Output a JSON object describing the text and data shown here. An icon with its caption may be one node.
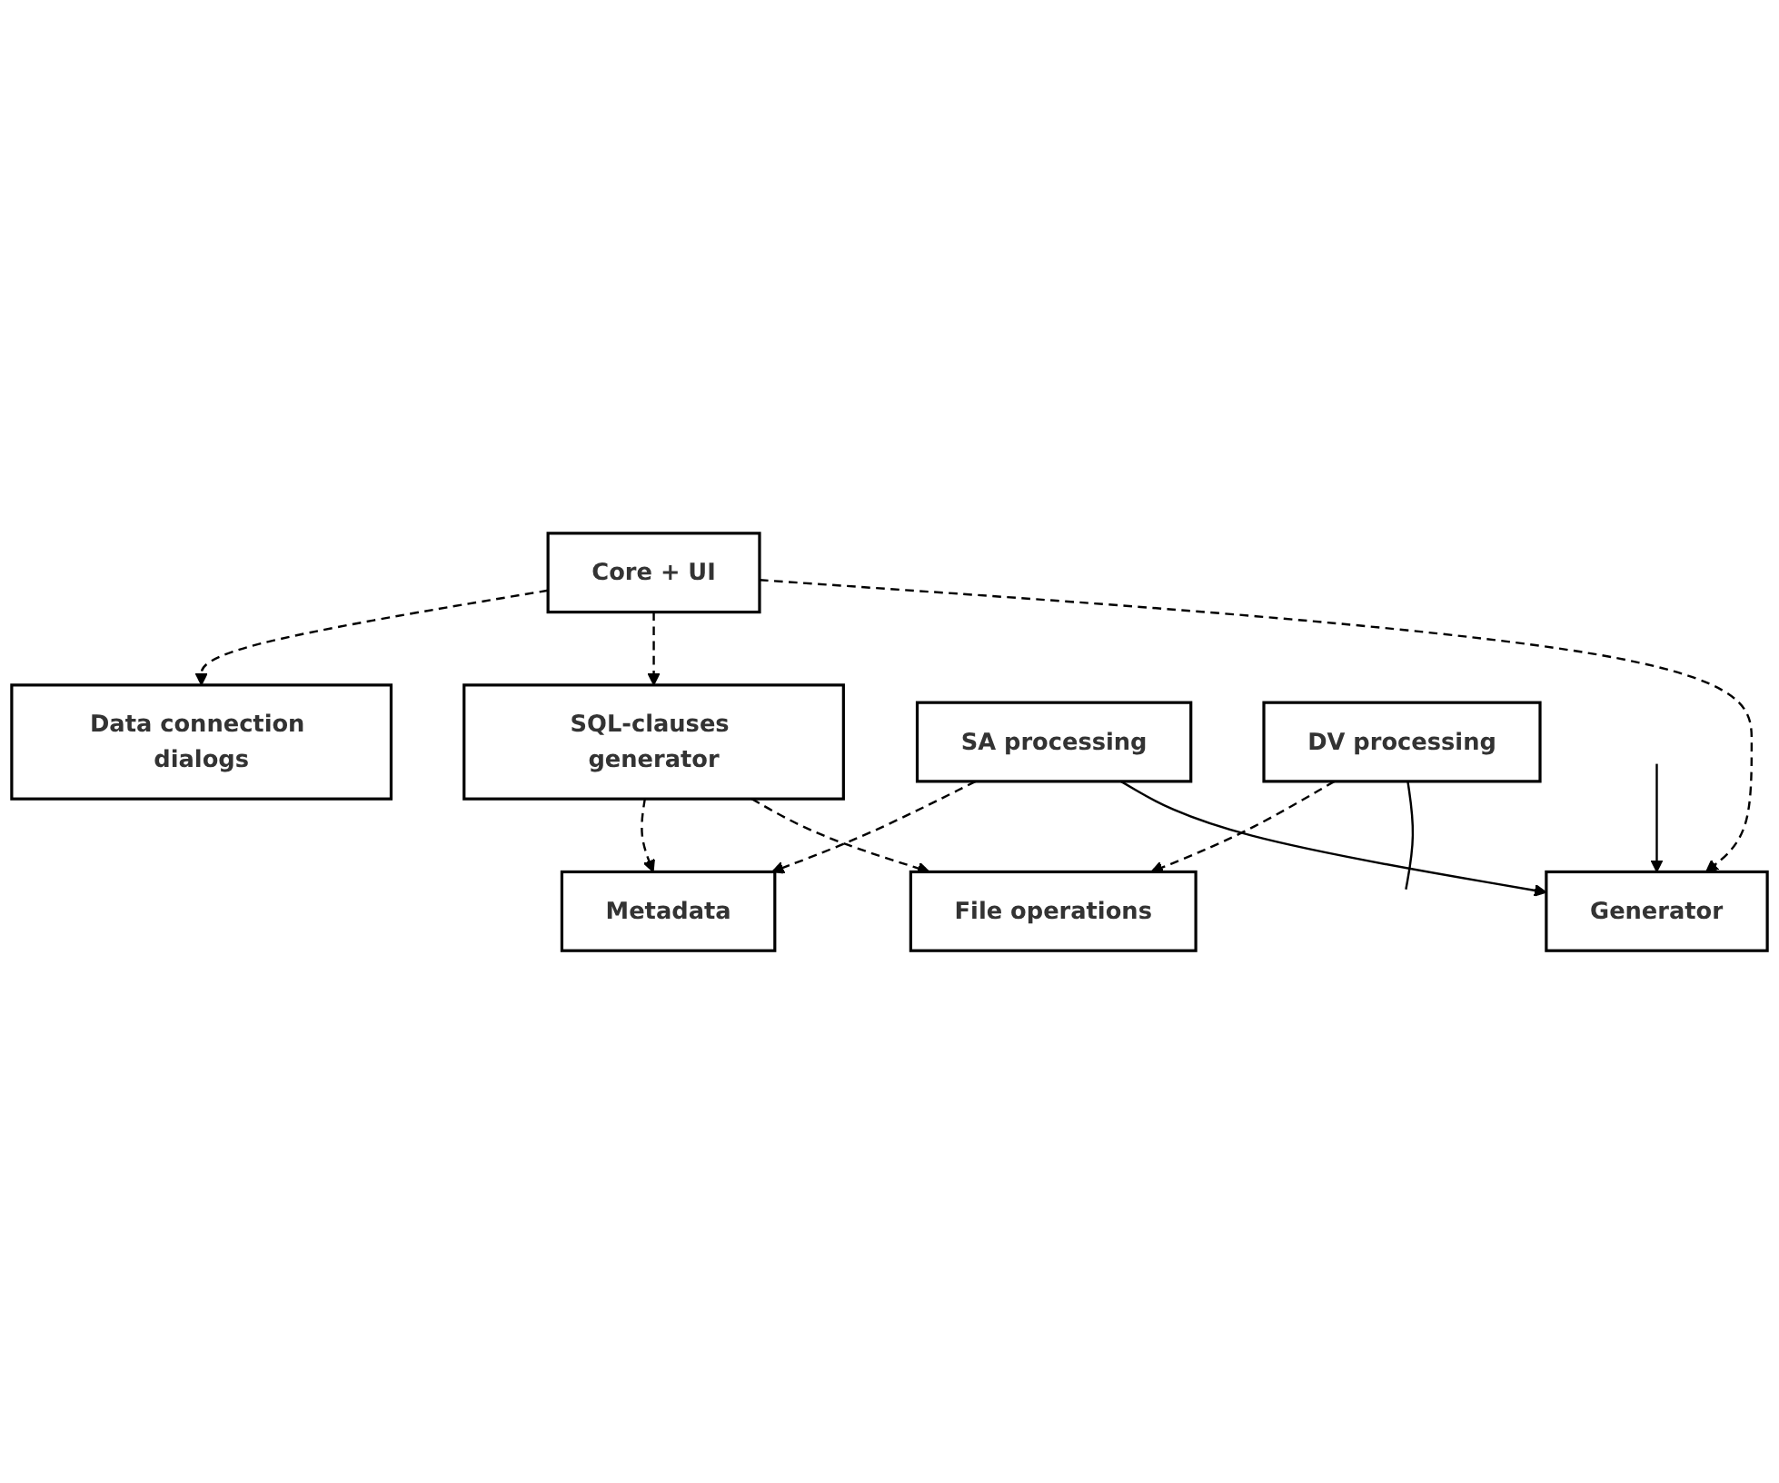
{
  "diagram": {
    "nodes": [
      {
        "text": [
          "Data connection dialogs"
        ]
      },
      {
        "text": [
          "Core + UI"
        ]
      },
      {
        "text": [
          "SQL-clauses generator"
        ]
      },
      {
        "text": [
          "Generator"
        ]
      },
      {
        "text": [
          "Metadata"
        ]
      },
      {
        "text": [
          "SA processing"
        ]
      },
      {
        "text": [
          "File operations"
        ]
      },
      {
        "text": [
          "DV processing"
        ]
      }
    ],
    "edges": [
      {
        "from": 1,
        "to": 0,
        "arrow": "to",
        "style": "dashed"
      },
      {
        "from": 1,
        "to": 2,
        "arrow": "to",
        "style": "dashed"
      },
      {
        "from": 1,
        "to": 3,
        "arrow": "to",
        "style": "dashed"
      },
      {
        "from": 2,
        "to": 4,
        "arrow": "to",
        "style": "dashed"
      },
      {
        "from": 2,
        "to": 6,
        "arrow": "to",
        "style": "dashed"
      },
      {
        "from": 5,
        "to": 4,
        "arrow": "to",
        "style": "dashed"
      },
      {
        "from": 7,
        "to": 6,
        "arrow": "to",
        "style": "dashed"
      },
      {
        "from": 5,
        "to": 3,
        "arrow": "to"
      },
      {
        "from": null,
        "to": 3,
        "arrow": "to"
      },
      {
        "from": 7,
        "to": null,
        "arrow": "none"
      }
    ]
  }
}
